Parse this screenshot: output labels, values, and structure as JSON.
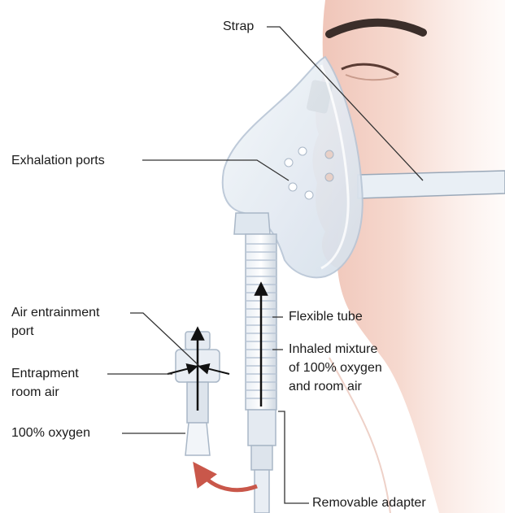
{
  "labels": {
    "strap": "Strap",
    "exhalation_ports": "Exhalation ports",
    "air_entrainment_port_line1": "Air entrainment",
    "air_entrainment_port_line2": "port",
    "entrapment_room_air_line1": "Entrapment",
    "entrapment_room_air_line2": "room air",
    "oxygen_100": "100% oxygen",
    "flexible_tube": "Flexible tube",
    "inhaled_mixture_line1": "Inhaled mixture",
    "inhaled_mixture_line2": "of 100% oxygen",
    "inhaled_mixture_line3": "and room air",
    "removable_adapter": "Removable adapter"
  },
  "colors": {
    "skin": "#f3d3c8",
    "skin_shadow": "#e3b2a4",
    "mask": "#e3ebf3",
    "mask_edge": "#b9c6d6",
    "strap": "#e9eff5",
    "arrow_red": "#c9574a",
    "leader": "#333333"
  }
}
